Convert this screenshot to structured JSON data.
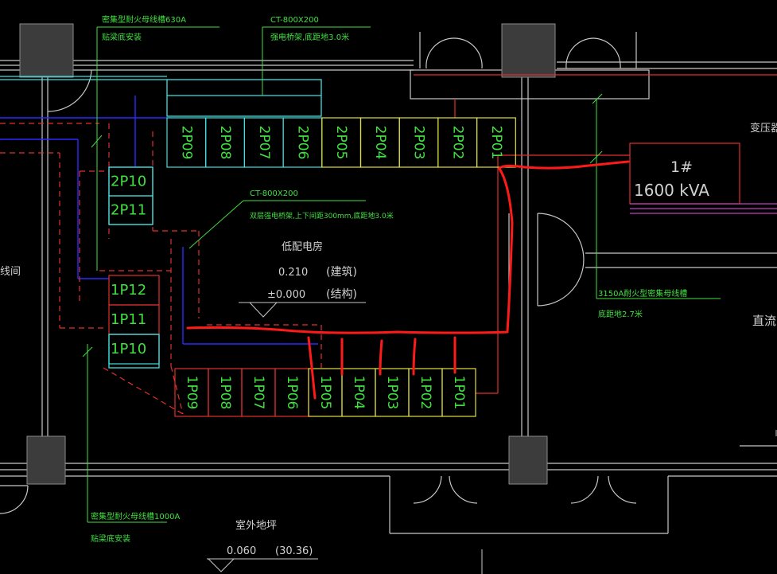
{
  "annotations": {
    "top_left_line1": "密集型耐火母线槽630A",
    "top_left_line2": "贴梁底安装",
    "top_tray_line1": "CT-800X200",
    "top_tray_line2": "强电桥架,底距地3.0米",
    "mid_tray_line1": "CT-800X200",
    "mid_tray_line2": "双层强电桥架,上下间距300mm,底距地3.0米",
    "busbar_right_line1": "3150A耐火型密集母线槽",
    "busbar_right_line2": "底距地2.7米",
    "bottom_left_line1": "密集型耐火母线槽1000A",
    "bottom_left_line2": "贴梁底安装"
  },
  "rooms": {
    "low_voltage_room": "低配电房",
    "outdoor_ground": "室外地坪",
    "transformer_room": "变压器",
    "left_room": "线间",
    "dc_screen": "直流"
  },
  "levels": {
    "arch_value": "0.210",
    "arch_label": "(建筑)",
    "struct_value": "±0.000",
    "struct_label": "(结构)",
    "outdoor_value": "0.060",
    "outdoor_abs": "(30.36)"
  },
  "transformer": {
    "number": "1#",
    "capacity": "1600 kVA"
  },
  "panels": {
    "top_row": [
      "2P09",
      "2P08",
      "2P07",
      "2P06",
      "2P05",
      "2P04",
      "2P03",
      "2P02",
      "2P01"
    ],
    "mid_left_a": [
      "2P10",
      "2P11"
    ],
    "mid_left_b": [
      "1P12",
      "1P11",
      "1P10"
    ],
    "bottom_row": [
      "1P09",
      "1P08",
      "1P07",
      "1P06",
      "1P05",
      "1P04",
      "1P03",
      "1P02",
      "1P01"
    ]
  },
  "colors": {
    "background": "#000000",
    "wall": "#c8c8c8",
    "column": "#3c3c3c",
    "cyan": "#40e0e0",
    "yellow": "#e0e040",
    "green": "#40e040",
    "red_dash": "#e03030",
    "blue": "#2a2aff",
    "markup_red": "#ff1a1a",
    "magenta": "#c040c0",
    "white_text": "#d0d0d0"
  }
}
